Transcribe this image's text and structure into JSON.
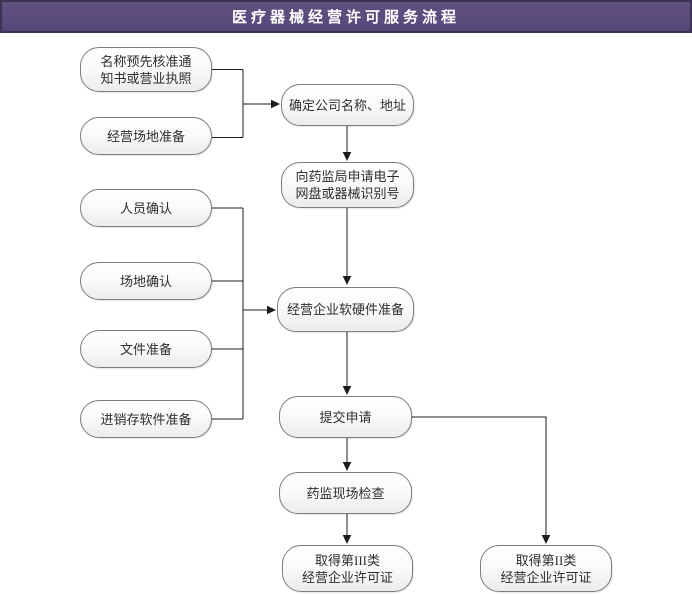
{
  "header": {
    "title": "医疗器械经营许可服务流程"
  },
  "colors": {
    "header_bg": "#5b4c7e",
    "header_border": "#3b3254",
    "header_text": "#ffffff",
    "node_border": "#7d7d7d",
    "node_fill_top": "#ffffff",
    "node_fill_bottom": "#ececec",
    "node_text": "#2e2e2e",
    "connector": "#1c1c1c",
    "page_bg": "#ffffff"
  },
  "nodes": {
    "name_preapproval": {
      "label": "名称预先核准通\n知书或营业执照"
    },
    "site_preparation": {
      "label": "经营场地准备"
    },
    "personnel_confirm": {
      "label": "人员确认"
    },
    "site_confirm": {
      "label": "场地确认"
    },
    "document_preparation": {
      "label": "文件准备"
    },
    "inventory_software": {
      "label": "进销存软件准备"
    },
    "confirm_company": {
      "label": "确定公司名称、地址"
    },
    "apply_device_id": {
      "label": "向药监局申请电子\n网盘或器械识别号"
    },
    "software_hardware_prep": {
      "label": "经营企业软硬件准备"
    },
    "submit_application": {
      "label": "提交申请"
    },
    "onsite_inspection": {
      "label": "药监现场检查"
    },
    "class3_license": {
      "label": "取得第III类\n经营企业许可证"
    },
    "class2_license": {
      "label": "取得第II类\n经营企业许可证"
    }
  }
}
